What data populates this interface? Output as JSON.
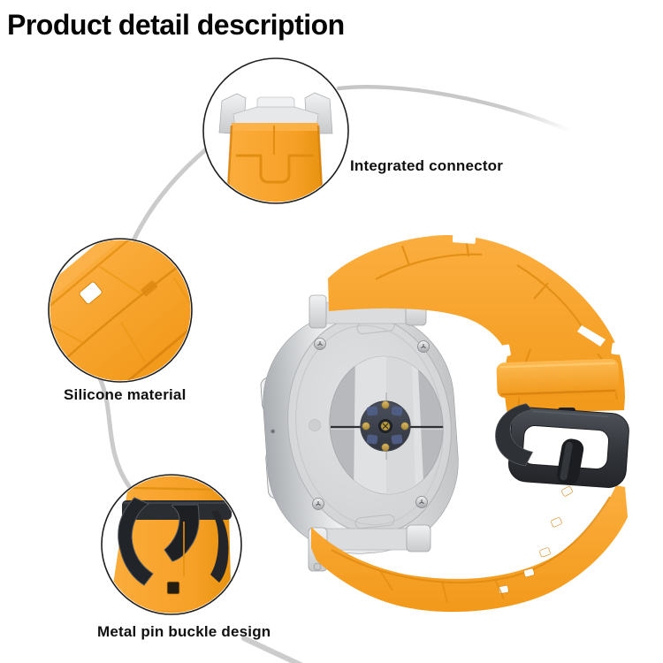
{
  "page": {
    "title": "Product detail description",
    "background": "#FFFFFF"
  },
  "callouts": [
    {
      "id": "integrated-connector",
      "label": "Integrated connector"
    },
    {
      "id": "silicone-material",
      "label": "Silicone material"
    },
    {
      "id": "metal-pin-buckle",
      "label": "Metal pin buckle design"
    }
  ],
  "product": {
    "colors": {
      "strap_orange": "#F7A12C",
      "strap_orange_light": "#FCB24A",
      "strap_orange_shadow": "#E08A10",
      "metal_silver": "#DFE0E2",
      "back_plate_gray": "#D6D7D9",
      "buckle_black": "#2B2E33",
      "sensor_dark": "#3F4450",
      "sensor_gold": "#C9A54E",
      "callout_stroke": "#1F1F1F",
      "arc_gray": "#CBCBCB",
      "text_black": "#111111"
    }
  }
}
